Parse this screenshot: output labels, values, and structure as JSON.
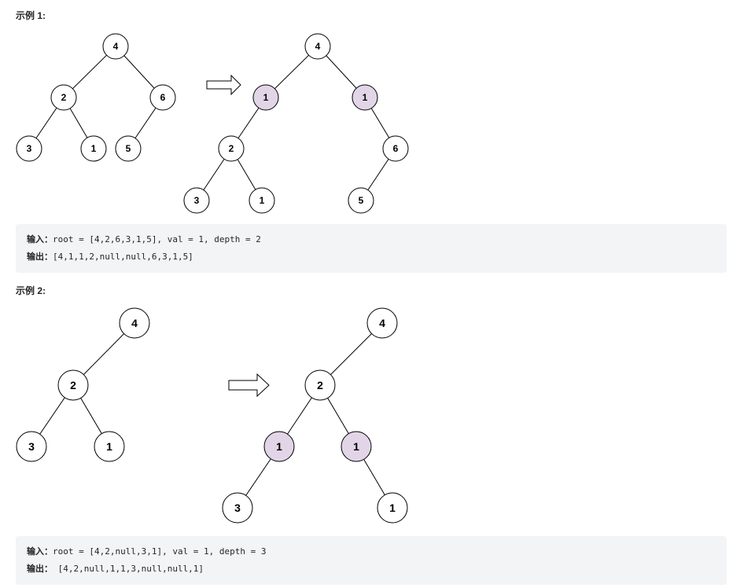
{
  "examples": [
    {
      "title": "示例 1:",
      "input_label": "输入：",
      "input_value": "root = [4,2,6,3,1,5], val = 1, depth = 2",
      "output_label": "输出：",
      "output_value": "[4,1,1,2,null,null,6,3,1,5]",
      "before_tree": [
        "4",
        "2",
        "6",
        "3",
        "1",
        "5"
      ],
      "after_tree": [
        "4",
        "1",
        "1",
        "2",
        "6",
        "3",
        "1",
        "5"
      ],
      "arrow_icon": "right-arrow-outline-icon",
      "new_node_color": "#e1d5e7"
    },
    {
      "title": "示例 2:",
      "input_label": "输入：",
      "input_value": "root = [4,2,null,3,1], val = 1, depth = 3",
      "output_label": "输出：",
      "output_value": " [4,2,null,1,1,3,null,null,1]",
      "before_tree": [
        "4",
        "2",
        "3",
        "1"
      ],
      "after_tree": [
        "4",
        "2",
        "1",
        "1",
        "3",
        "1"
      ],
      "arrow_icon": "right-arrow-outline-icon",
      "new_node_color": "#e1d5e7"
    }
  ]
}
